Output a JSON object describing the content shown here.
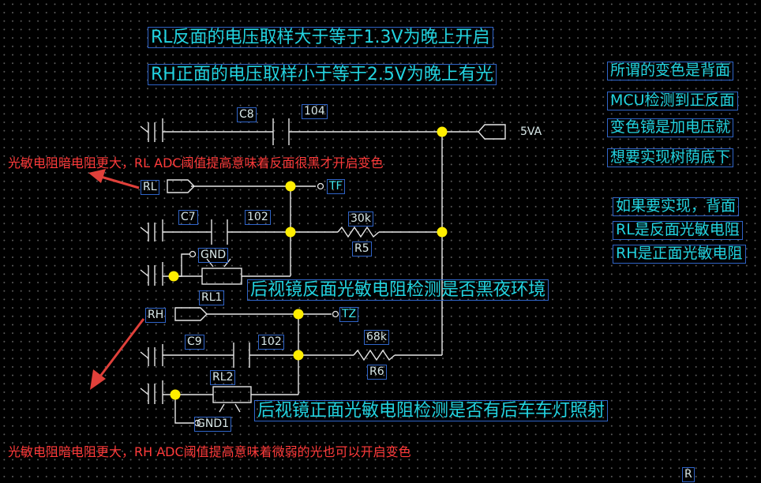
{
  "notes": {
    "rl_condition": "RL反面的电压取样大于等于1.3V为晚上开启",
    "rh_condition": "RH正面的电压取样小于等于2.5V为晚上有光",
    "rl_purpose": "后视镜反面光敏电阻检测是否黑夜环境",
    "rh_purpose": "后视镜正面光敏电阻检测是否有后车车灯照射"
  },
  "side_notes": [
    "所谓的变色是背面",
    "MCU检测到正反面",
    "变色镜是加电压就",
    "想要实现树荫底下"
  ],
  "side_notes2": [
    "如果要实现，背面",
    "RL是反面光敏电阻",
    "RH是正面光敏电阻"
  ],
  "red_notes": {
    "top": "光敏电阻暗电阻更大，RL ADC阈值提高意味着反面很黑才开启变色",
    "bottom": "光敏电阻暗电阻更大，RH ADC阈值提高意味着微弱的光也可以开启变色"
  },
  "components": {
    "c8": "C8",
    "c8_val": "104",
    "c7": "C7",
    "c7_val": "102",
    "c9": "C9",
    "c9_val": "102",
    "r5": "R5",
    "r5_val": "30k",
    "r6": "R6",
    "r6_val": "68k",
    "rl1": "RL1",
    "rl2": "RL2"
  },
  "nets": {
    "vcc": "5VA",
    "rl": "RL",
    "rh": "RH",
    "tf": "TF",
    "tz": "TZ",
    "gnd": "GND",
    "gnd1": "GND1",
    "r_corner": "R"
  },
  "colors": {
    "wire": "#e6e6e6",
    "junction": "#ffee00",
    "note_text": "#22d3e0",
    "warning": "#ff3a3a",
    "box": "#2f64c8"
  }
}
